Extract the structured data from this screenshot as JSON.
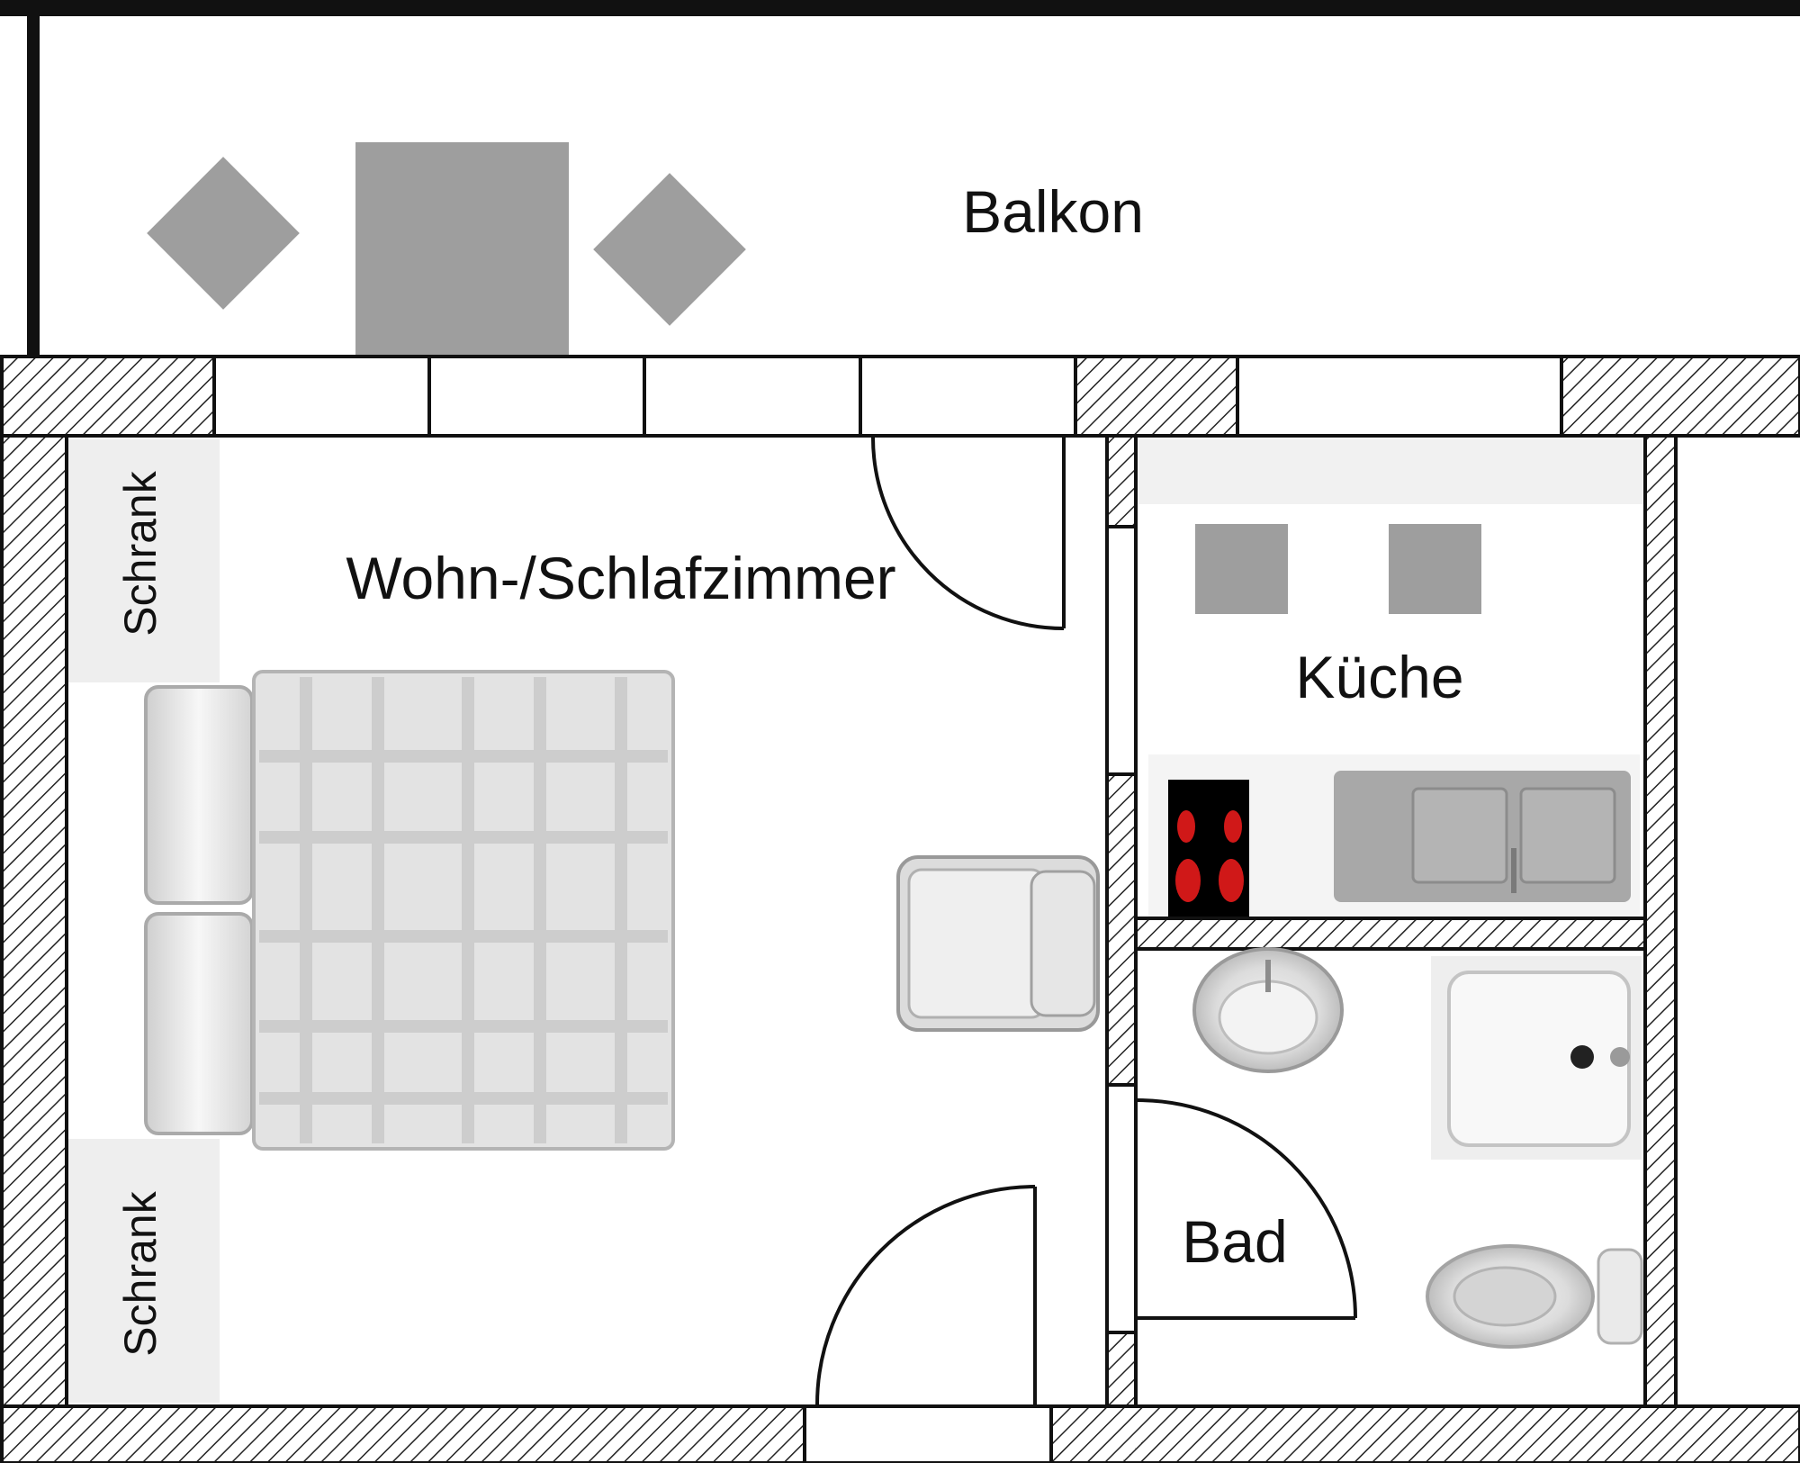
{
  "rooms": {
    "balcony": "Balkon",
    "living_bedroom": "Wohn-/Schlafzimmer",
    "kitchen": "Küche",
    "bathroom": "Bad"
  },
  "furniture": {
    "wardrobe_top": "Schrank",
    "wardrobe_bottom": "Schrank"
  },
  "colors": {
    "wall_line": "#111111",
    "furniture_gray": "#9e9e9e",
    "hob": "#000000",
    "hob_burner": "#e02020"
  }
}
